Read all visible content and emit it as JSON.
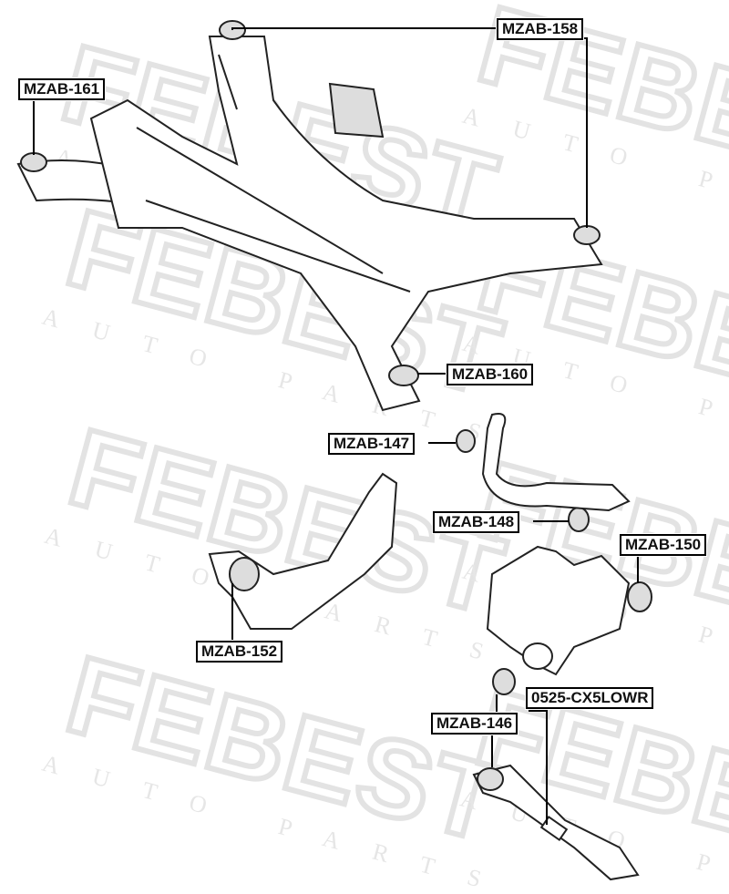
{
  "watermark": {
    "brand": "FEBEST",
    "tagline": "AUTO PARTS"
  },
  "labels": {
    "mzab_158": "MZAB-158",
    "mzab_161": "MZAB-161",
    "mzab_160": "MZAB-160",
    "mzab_147": "MZAB-147",
    "mzab_148": "MZAB-148",
    "mzab_150": "MZAB-150",
    "mzab_152": "MZAB-152",
    "mzab_146": "MZAB-146",
    "lower_arm": "0525-CX5LOWR"
  }
}
